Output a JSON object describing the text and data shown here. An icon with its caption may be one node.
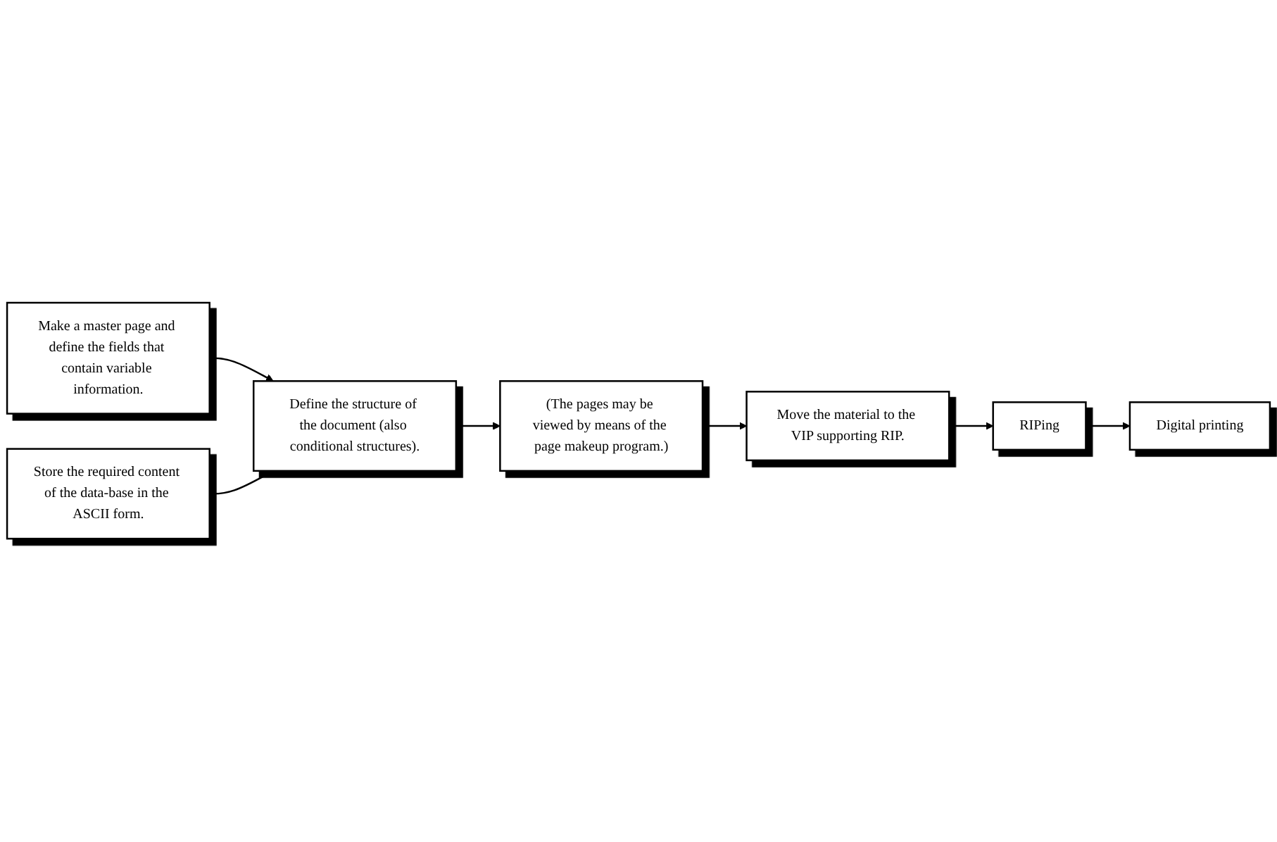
{
  "diagram": {
    "nodes": [
      {
        "text": [
          "Make a master page and define the fields that contain variable information."
        ]
      },
      {
        "text": [
          "Store the required content of the data-base in the ASCII form."
        ]
      },
      {
        "text": [
          "Define the structure of the document (also conditional structures)."
        ]
      },
      {
        "text": [
          "(The pages may be viewed by means of the page makeup program.)"
        ]
      },
      {
        "text": [
          "Move the material to the VIP supporting RIP."
        ]
      },
      {
        "text": [
          "RIPing"
        ]
      },
      {
        "text": [
          "Digital printing"
        ]
      }
    ],
    "edges": [
      {
        "from": 0,
        "to": 2,
        "arrow": "to"
      },
      {
        "from": 1,
        "to": 2,
        "arrow": "to"
      },
      {
        "from": 2,
        "to": 3,
        "arrow": "to"
      },
      {
        "from": 3,
        "to": 4,
        "arrow": "to"
      },
      {
        "from": 4,
        "to": 5,
        "arrow": "to"
      },
      {
        "from": 5,
        "to": 6,
        "arrow": "to"
      }
    ]
  }
}
